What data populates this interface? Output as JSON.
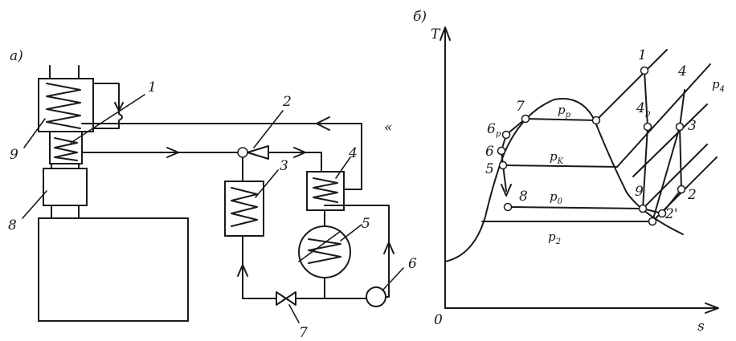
{
  "panel_a": {
    "label": "a)",
    "components": [
      "1",
      "2",
      "3",
      "4",
      "5",
      "6",
      "7",
      "8",
      "9"
    ],
    "flow_mark": "«"
  },
  "panel_b": {
    "label": "б)",
    "axis_y": "T",
    "axis_x": "s",
    "origin": "0",
    "pressures": {
      "pr": {
        "base": "p",
        "sub": "p"
      },
      "pk": {
        "base": "p",
        "sub": "K"
      },
      "p0": {
        "base": "p",
        "sub": "0"
      },
      "p2": {
        "base": "p",
        "sub": "2"
      },
      "p4": {
        "base": "p",
        "sub": "4"
      }
    },
    "points": {
      "p1": "1",
      "p2": "2",
      "p2prime": "2'",
      "p3": "3",
      "p4": "4",
      "p4p": {
        "base": "4",
        "sub": "p"
      },
      "p5": "5",
      "p6": "6",
      "p6p": {
        "base": "6",
        "sub": "p"
      },
      "p7": "7",
      "p8": "8",
      "p9": "9"
    }
  }
}
